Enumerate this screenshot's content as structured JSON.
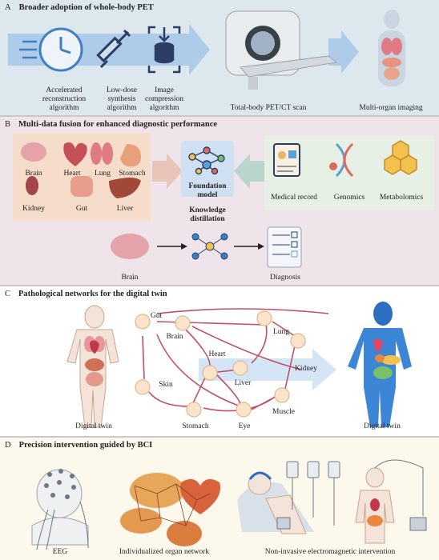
{
  "panelA": {
    "letter": "A",
    "title": "Broader adoption of whole-body PET",
    "items": [
      {
        "label": "Accelerated\nreconstruction\nalgorithm",
        "icon": "clock-speed-icon"
      },
      {
        "label": "Low-dose\nsynthesis\nalgorithm",
        "icon": "syringe-icon"
      },
      {
        "label": "Image\ncompression\nalgorithm",
        "icon": "compression-database-icon"
      },
      {
        "label": "Total-body PET/CT scan",
        "icon": "pet-scanner-icon"
      },
      {
        "label": "Multi-organ imaging",
        "icon": "body-organs-icon"
      }
    ]
  },
  "panelB": {
    "letter": "B",
    "title": "Multi-data fusion for enhanced diagnostic performance",
    "organs": [
      "Brain",
      "Heart",
      "Lung",
      "Stomach",
      "Kidney",
      "Gut",
      "Liver"
    ],
    "foundation": "Foundation\nmodel",
    "knowledge": "Knowledge\ndistillation",
    "data_sources": [
      "Medical record",
      "Genomics",
      "Metabolomics"
    ],
    "input": "Brain",
    "output": "Diagnosis"
  },
  "panelC": {
    "letter": "C",
    "title": "Pathological networks for the digital twin",
    "left_caption": "Digital twin",
    "right_caption": "Digital twin",
    "nodes": [
      "Gut",
      "Brain",
      "Heart",
      "Lung",
      "Kidney",
      "Skin",
      "Liver",
      "Muscle",
      "Stomach",
      "Eye"
    ]
  },
  "panelD": {
    "letter": "D",
    "title": "Precision intervention guided by BCI",
    "items": [
      "EEG",
      "Individualized organ network",
      "Non-invasive electromagnetic intervention"
    ]
  },
  "colors": {
    "panelA_bg": "#dde7ee",
    "panelB_bg": "#efe4ea",
    "panelD_bg": "#fdf8ec",
    "arrow": "#a9c8e8",
    "network_edge": "#c0506a",
    "node_fill": "#fbe3cc"
  }
}
